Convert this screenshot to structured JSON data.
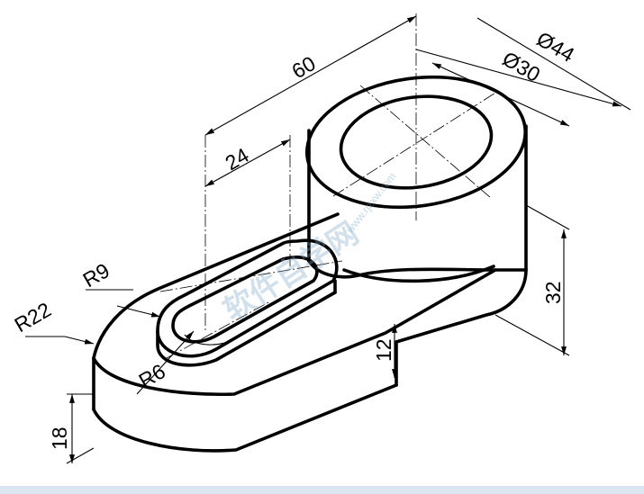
{
  "dimensions": {
    "overall_length": "60",
    "slot_distance": "24",
    "outer_diameter": "Ø44",
    "bore_diameter": "Ø30",
    "cylinder_height": "32",
    "step_height": "12",
    "base_height": "18",
    "outer_radius": "R22",
    "slot_radius_outer": "R9",
    "slot_radius_inner": "R6"
  },
  "watermark": {
    "main": "软件自学网",
    "url": "www.rjzxw.com"
  },
  "colors": {
    "line": "#000000",
    "background": "#ffffff",
    "watermark": "#7fa9c9"
  }
}
